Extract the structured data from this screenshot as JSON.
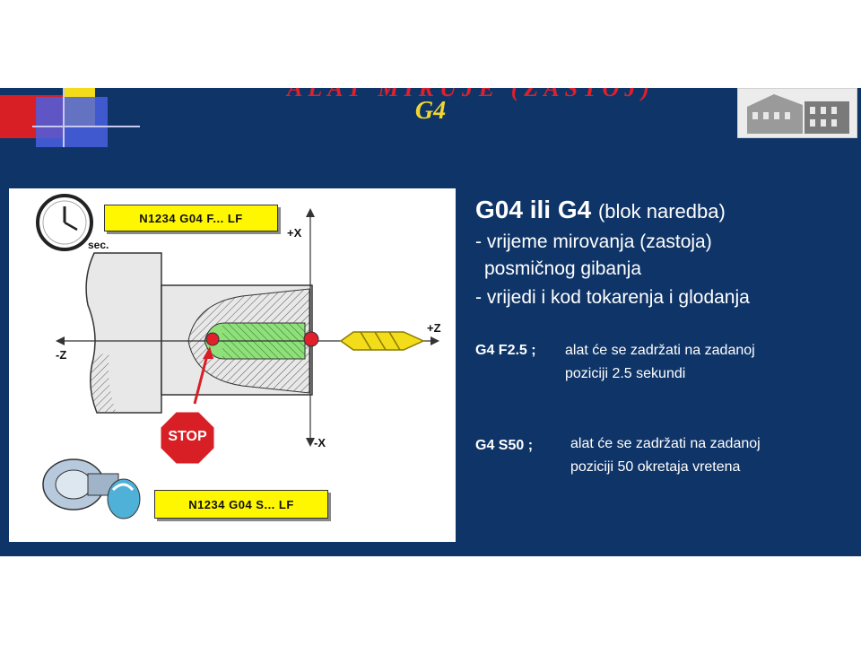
{
  "slide": {
    "title_line1": "ALAT MIRUJE (ZASTOJ)",
    "title_line2": "G4",
    "heading_code": "G04 ili G4",
    "heading_note": "(blok naredba)",
    "bullets": [
      "- vrijeme mirovanja (zastoja)",
      "  posmičnog gibanja",
      "- vrijedi i kod tokarenja i glodanja"
    ],
    "examples": [
      {
        "code": "G4 F2.5 ;",
        "line1": "alat će se zadržati na zadanoj",
        "line2": "poziciji 2.5 sekundi"
      },
      {
        "code": "G4 S50 ;",
        "line1": "alat će se zadržati na zadanoj",
        "line2": "poziciji 50 okretaja vretena"
      }
    ]
  },
  "diagram": {
    "block_top": "N1234  G04  F...  LF",
    "block_bottom": "N1234  G04  S...  LF",
    "sec_label": "sec.",
    "axis_plus_x": "+X",
    "axis_minus_x": "-X",
    "axis_plus_z": "+Z",
    "axis_minus_z": "-Z",
    "stop_label": "STOP"
  },
  "colors": {
    "background": "#0f3568",
    "title_red": "#e0202a",
    "title_yellow": "#f2d62e",
    "code_box": "#fff700",
    "stop_red": "#d81f26",
    "drill_yellow": "#f3dd1a",
    "hole_green": "#8fe07a"
  },
  "icons": [
    "clock-icon",
    "stop-sign-icon",
    "drill-bit-icon",
    "chuck-icon"
  ]
}
